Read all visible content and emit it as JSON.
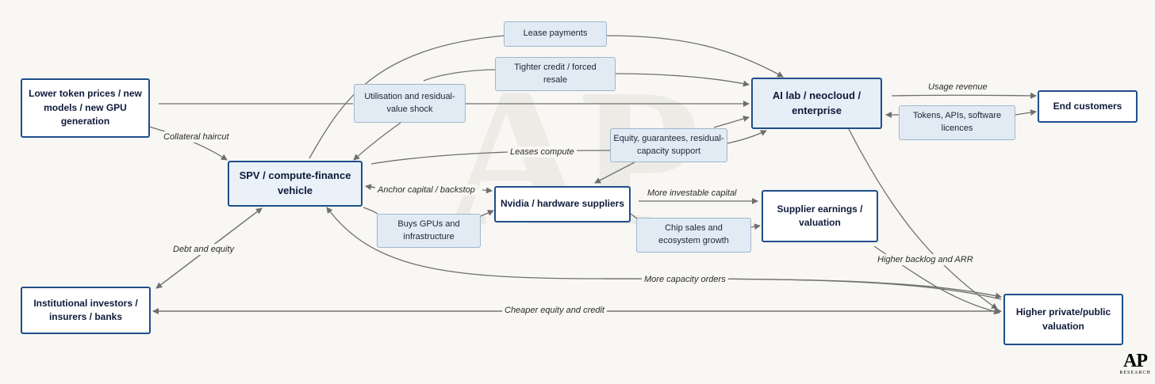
{
  "nodes": {
    "lower_token_prices": "Lower token prices / new models / new GPU generation",
    "spv": "SPV / compute-finance vehicle",
    "institutional_investors": "Institutional investors / insurers / banks",
    "ai_lab": "AI lab / neocloud / enterprise",
    "end_customers": "End customers",
    "nvidia": "Nvidia / hardware suppliers",
    "supplier_earnings": "Supplier earnings / valuation",
    "higher_valuation": "Higher private/public valuation",
    "lease_payments": "Lease payments",
    "tighter_credit": "Tighter credit / forced resale",
    "utilisation_shock": "Utilisation and residual-value shock",
    "equity_guarantees": "Equity, guarantees, residual-capacity support",
    "tokens_apis": "Tokens, APIs, software licences",
    "buys_gpus": "Buys GPUs and infrastructure",
    "chip_sales": "Chip sales and ecosystem growth"
  },
  "edge_labels": {
    "collateral_haircut": "Collateral haircut",
    "leases_compute": "Leases compute",
    "usage_revenue": "Usage revenue",
    "anchor_capital": "Anchor capital / backstop",
    "more_investable_capital": "More investable capital",
    "debt_and_equity": "Debt and equity",
    "higher_backlog": "Higher backlog and ARR",
    "more_capacity_orders": "More capacity orders",
    "cheaper_equity_credit": "Cheaper equity and credit"
  },
  "watermark": "AP",
  "logo": {
    "mark": "AP",
    "sub": "RESEARCH"
  },
  "colors": {
    "background": "#f8f7f3",
    "major_border": "#1f4e8a",
    "minor_fill": "#e2ebf4",
    "minor_border": "#9fb6cc",
    "edge": "#6f6f6f"
  }
}
